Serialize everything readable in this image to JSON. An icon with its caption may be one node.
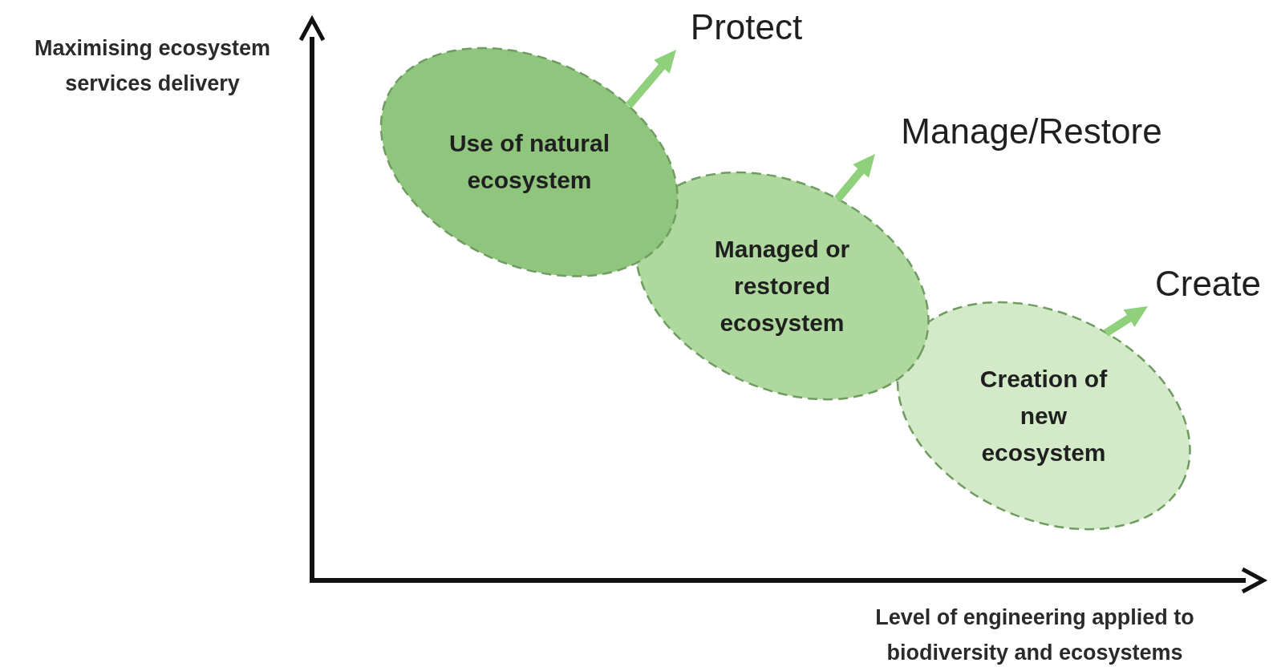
{
  "diagram": {
    "nodes": [
      {
        "text": [
          "Use of natural ecosystem"
        ]
      },
      {
        "text": [
          "Managed or restored ecosystem"
        ]
      },
      {
        "text": [
          "Creation of new ecosystem"
        ]
      },
      {
        "text": [
          "Protect"
        ]
      },
      {
        "text": [
          "Manage/Restore"
        ]
      },
      {
        "text": [
          "Create"
        ]
      }
    ],
    "edges": [
      {
        "from": 0,
        "to": 3,
        "arrow": "to"
      },
      {
        "from": 1,
        "to": 4,
        "arrow": "to"
      },
      {
        "from": 2,
        "to": 5,
        "arrow": "to"
      }
    ],
    "labels": [
      "Maximising ecosystem services delivery",
      "Level of engineering applied to biodiversity and ecosystems"
    ]
  }
}
